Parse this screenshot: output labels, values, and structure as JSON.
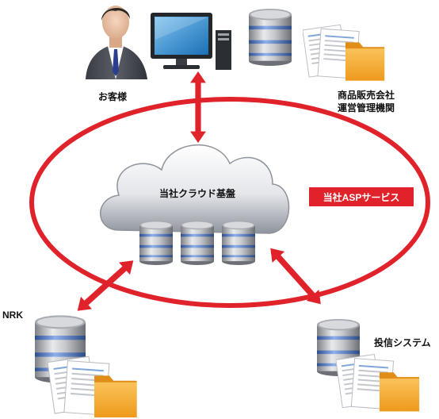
{
  "labels": {
    "customer": "お客様",
    "operator_line1": "商品販売会社",
    "operator_line2": "運営管理機関",
    "cloud": "当社クラウド基盤",
    "asp_service": "当社ASPサービス",
    "nrk": "NRK",
    "trust_system": "投信システム"
  },
  "colors": {
    "ring_red": "#e0232a",
    "folder_orange": "#f5a623",
    "monitor_blue": "#2b8fd6",
    "server_band_blue": "#4f79c4"
  },
  "icons": [
    "businessman-icon",
    "desktop-computer-icon",
    "database-server-icon",
    "document-folder-icon",
    "cloud-icon",
    "double-arrow-icon"
  ]
}
